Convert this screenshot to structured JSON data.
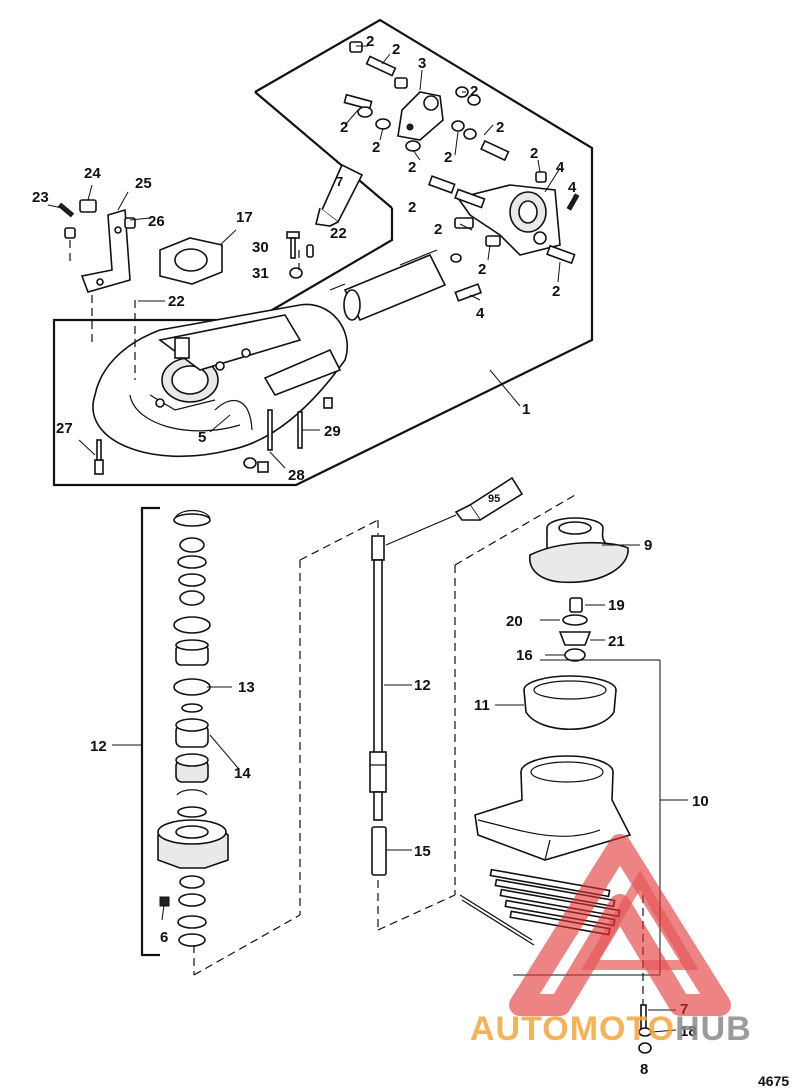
{
  "figure_number": "4675",
  "watermark": {
    "text": "AUTOMOTOHUB",
    "logo_color": "#e03030",
    "text_orange": "#f2a63a",
    "text_gray": "#8a8a8a"
  },
  "tubes": {
    "upper_tube_label": "7",
    "lower_tube_label": "95"
  },
  "callouts": [
    "1",
    "2",
    "3",
    "4",
    "5",
    "6",
    "7",
    "8",
    "9",
    "10",
    "11",
    "12",
    "13",
    "14",
    "15",
    "16",
    "17",
    "18",
    "19",
    "20",
    "21",
    "22",
    "23",
    "24",
    "25",
    "26",
    "27",
    "28",
    "29",
    "30",
    "31"
  ]
}
